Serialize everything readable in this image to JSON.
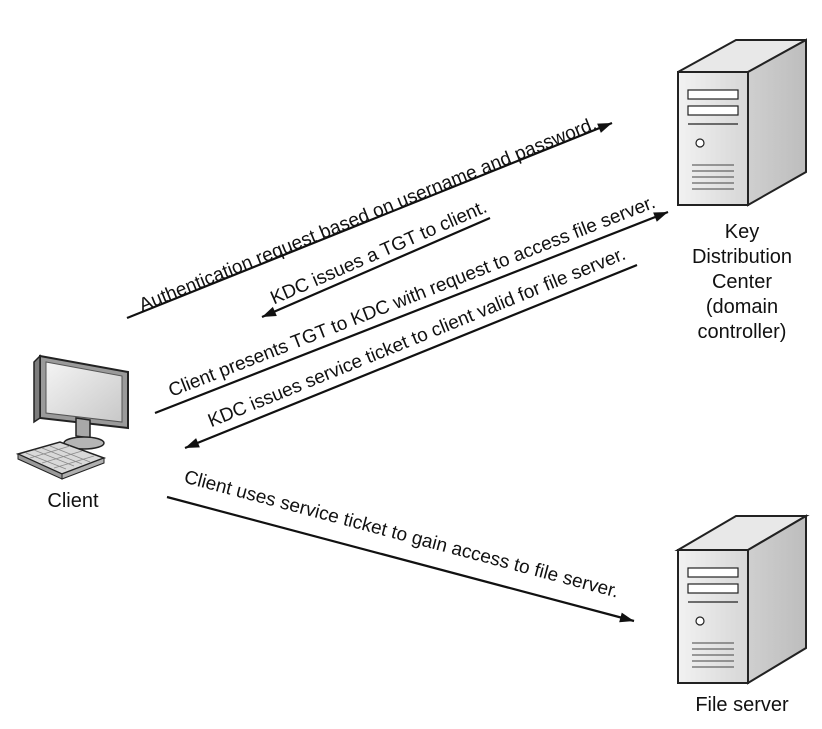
{
  "nodes": {
    "client": {
      "label": "Client"
    },
    "kdc": {
      "label_lines": [
        "Key",
        "Distribution",
        "Center",
        "(domain",
        "controller)"
      ]
    },
    "file_server": {
      "label": "File server"
    }
  },
  "messages": [
    {
      "text": "Authentication request based on username and password.",
      "from": "client",
      "to": "kdc"
    },
    {
      "text": "KDC issues a TGT to client.",
      "from": "kdc",
      "to": "client"
    },
    {
      "text": "Client presents TGT to KDC with request to access file server.",
      "from": "client",
      "to": "kdc"
    },
    {
      "text": "KDC issues service ticket to client valid for file server.",
      "from": "kdc",
      "to": "client"
    },
    {
      "text": "Client uses service ticket to gain access to file server.",
      "from": "client",
      "to": "file_server"
    }
  ],
  "colors": {
    "stroke": "#111111",
    "server_face": "#e6e6e6",
    "server_side": "#c9c9c9",
    "screen": "#d8d8d8"
  }
}
